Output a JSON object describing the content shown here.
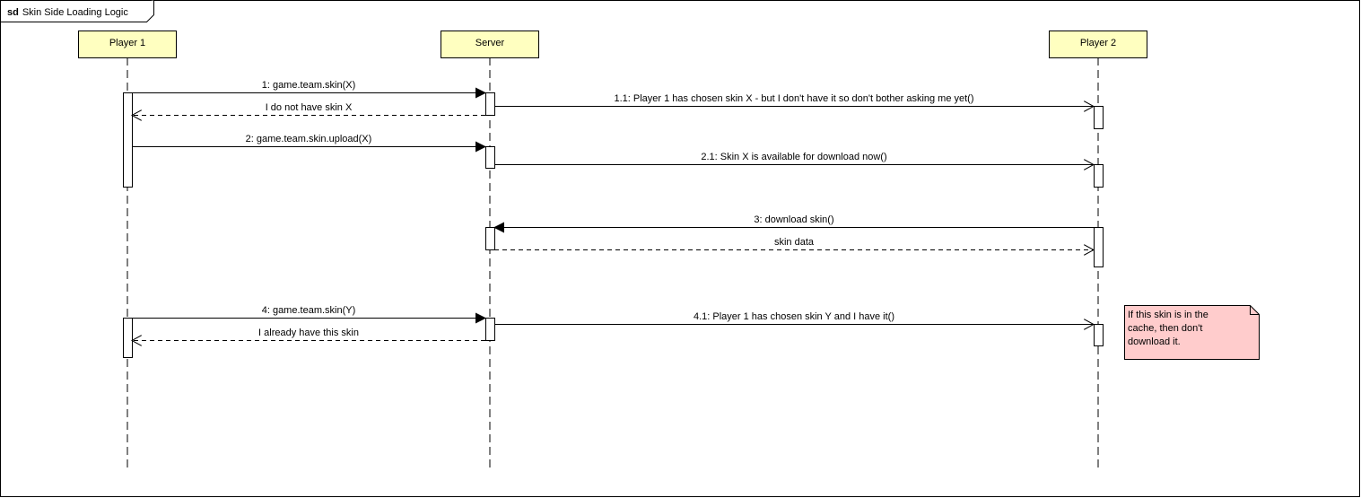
{
  "diagram": {
    "frame": {
      "keyword": "sd",
      "title": "Skin Side Loading Logic"
    },
    "lifelines": [
      {
        "id": "p1",
        "name": "Player 1"
      },
      {
        "id": "srv",
        "name": "Server"
      },
      {
        "id": "p2",
        "name": "Player 2"
      }
    ],
    "messages": [
      {
        "label": "1: game.team.skin(X)"
      },
      {
        "label": "I do not have skin X"
      },
      {
        "label": "1.1: Player 1 has chosen skin X - but I don't have it so don't bother asking me yet()"
      },
      {
        "label": "2: game.team.skin.upload(X)"
      },
      {
        "label": "2.1: Skin X is available for download now()"
      },
      {
        "label": "3: download skin()"
      },
      {
        "label": "skin data"
      },
      {
        "label": "4: game.team.skin(Y)"
      },
      {
        "label": "I already have this skin"
      },
      {
        "label": "4.1: Player 1 has chosen skin Y and I have it()"
      }
    ],
    "note": {
      "lines": [
        "If this skin is in the",
        "cache, then don't",
        "download it."
      ]
    }
  }
}
